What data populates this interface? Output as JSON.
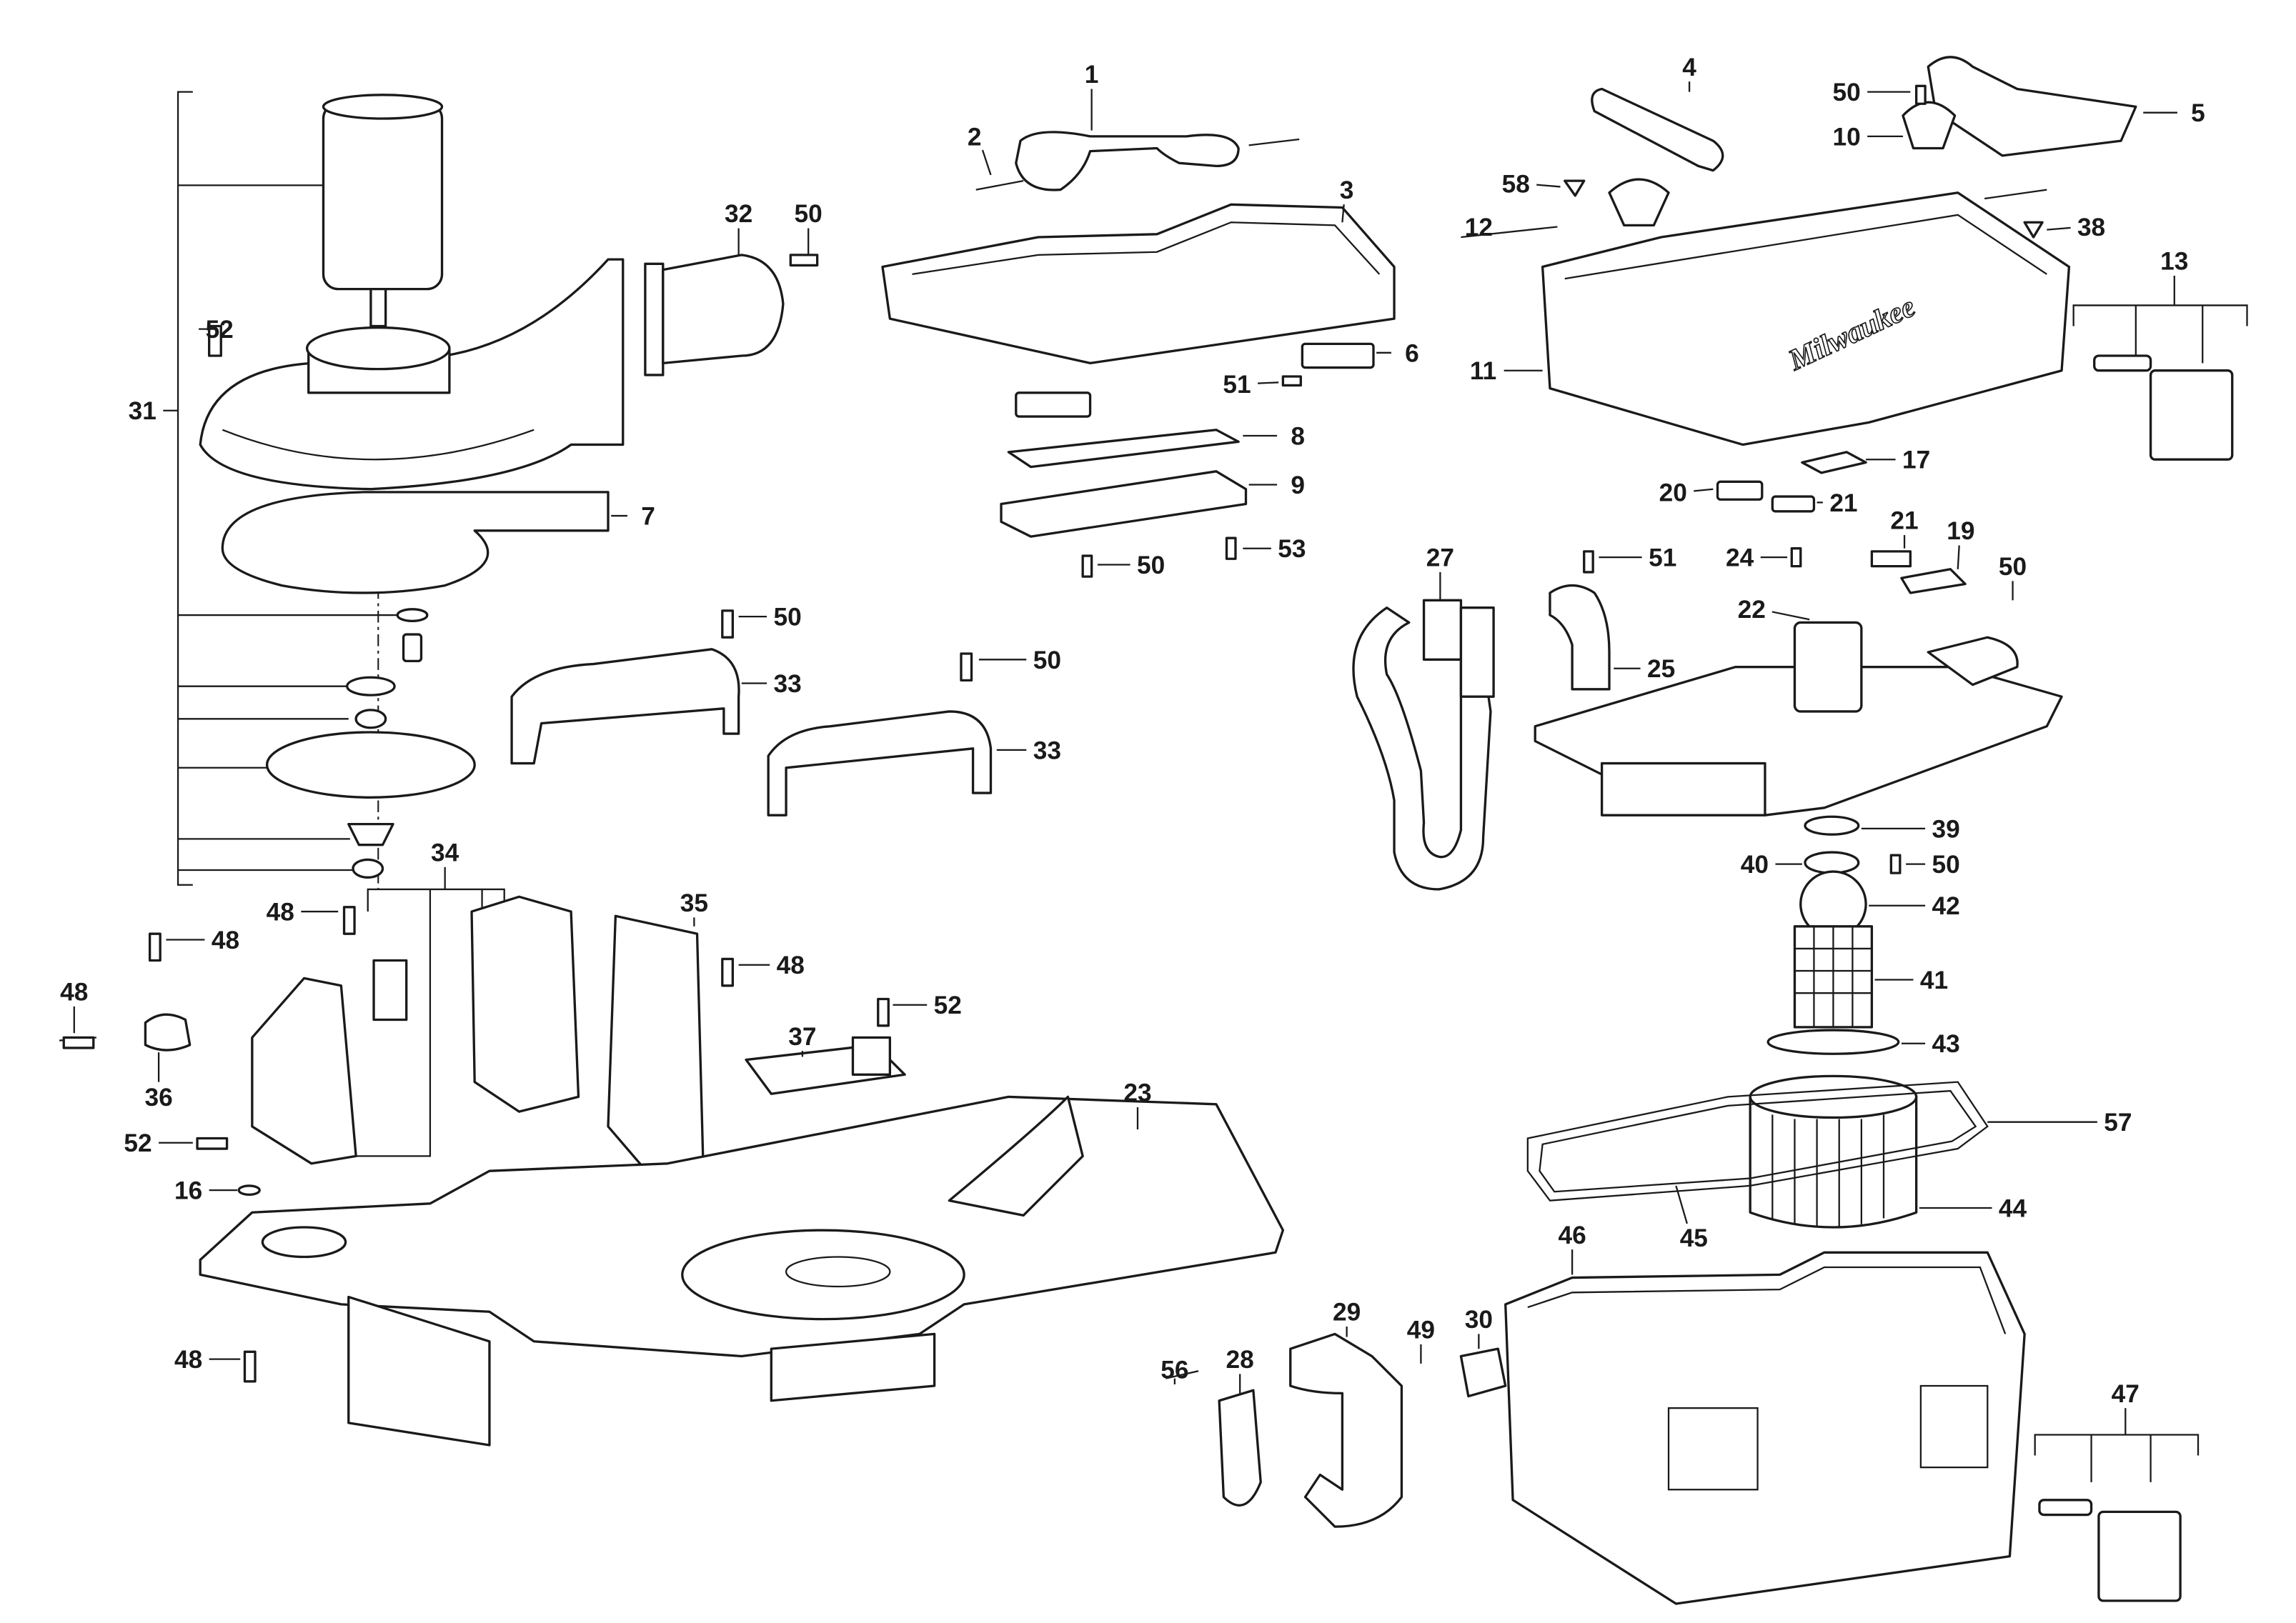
{
  "diagram": {
    "title": "Wet/Dry Vacuum exploded parts view",
    "logo": "Milwaukee",
    "callouts": [
      "1",
      "2",
      "3",
      "4",
      "50",
      "5",
      "10",
      "58",
      "38",
      "12",
      "13",
      "32",
      "50",
      "52",
      "31",
      "6",
      "51",
      "11",
      "8",
      "9",
      "17",
      "20",
      "21",
      "7",
      "50",
      "53",
      "27",
      "51",
      "24",
      "21",
      "19",
      "50",
      "50",
      "22",
      "25",
      "50",
      "33",
      "33",
      "39",
      "40",
      "50",
      "34",
      "35",
      "42",
      "48",
      "48",
      "48",
      "52",
      "41",
      "48",
      "37",
      "36",
      "43",
      "23",
      "57",
      "52",
      "16",
      "44",
      "45",
      "46",
      "29",
      "30",
      "49",
      "28",
      "56",
      "48",
      "47"
    ]
  }
}
